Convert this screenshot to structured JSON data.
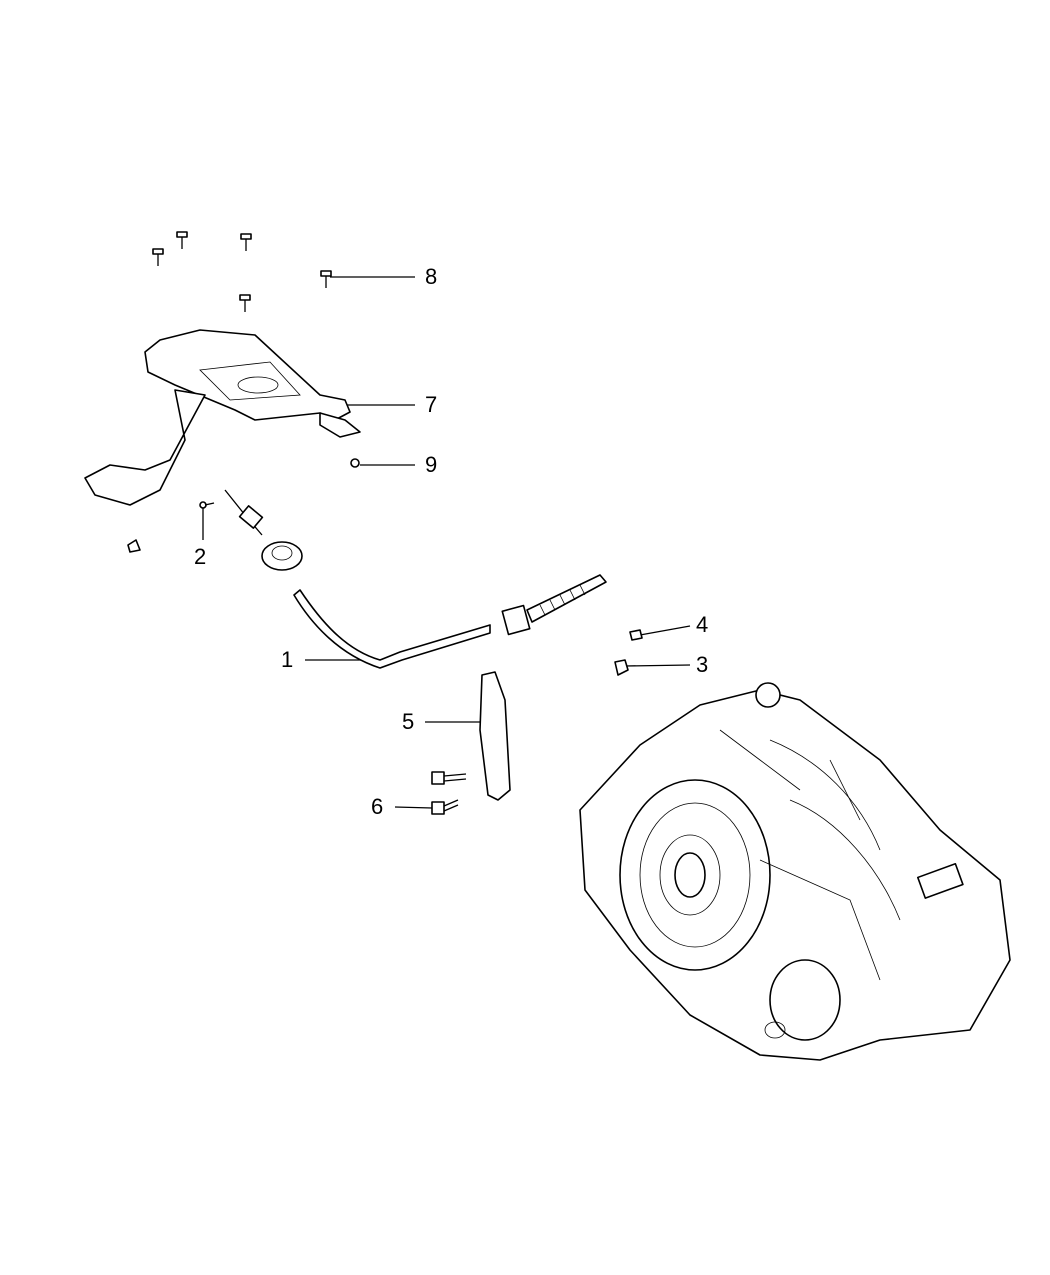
{
  "callouts": [
    {
      "label": "1",
      "part": "shift-cable"
    },
    {
      "label": "2",
      "part": "screw"
    },
    {
      "label": "3",
      "part": "clip"
    },
    {
      "label": "4",
      "part": "pin"
    },
    {
      "label": "5",
      "part": "cable-bracket"
    },
    {
      "label": "6",
      "part": "bolt"
    },
    {
      "label": "7",
      "part": "shifter-bracket"
    },
    {
      "label": "8",
      "part": "bolt"
    },
    {
      "label": "9",
      "part": "nut"
    }
  ]
}
